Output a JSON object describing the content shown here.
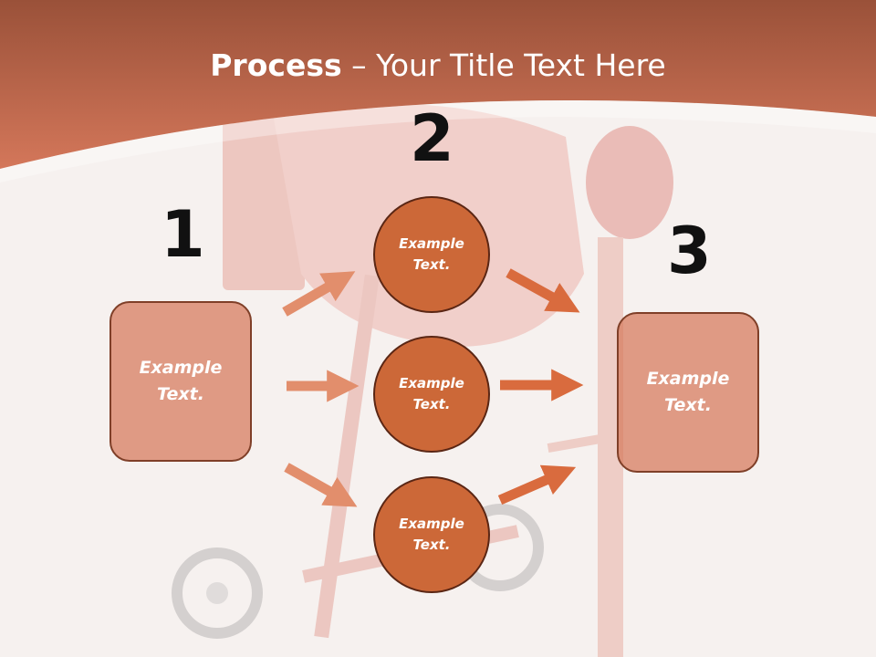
{
  "title": {
    "bold": "Process",
    "rest": " – Your Title Text Here"
  },
  "steps": [
    {
      "number": "1",
      "box_text": "Example Text."
    },
    {
      "number": "2"
    },
    {
      "number": "3",
      "box_text": "Example Text."
    }
  ],
  "circles": [
    {
      "text": "Example Text."
    },
    {
      "text": "Example Text."
    },
    {
      "text": "Example Text."
    }
  ],
  "colors": {
    "header": "#c9694a",
    "box_fill": "#d6785a",
    "circle_fill": "#cc6838",
    "arrow": "#d96b3e"
  }
}
